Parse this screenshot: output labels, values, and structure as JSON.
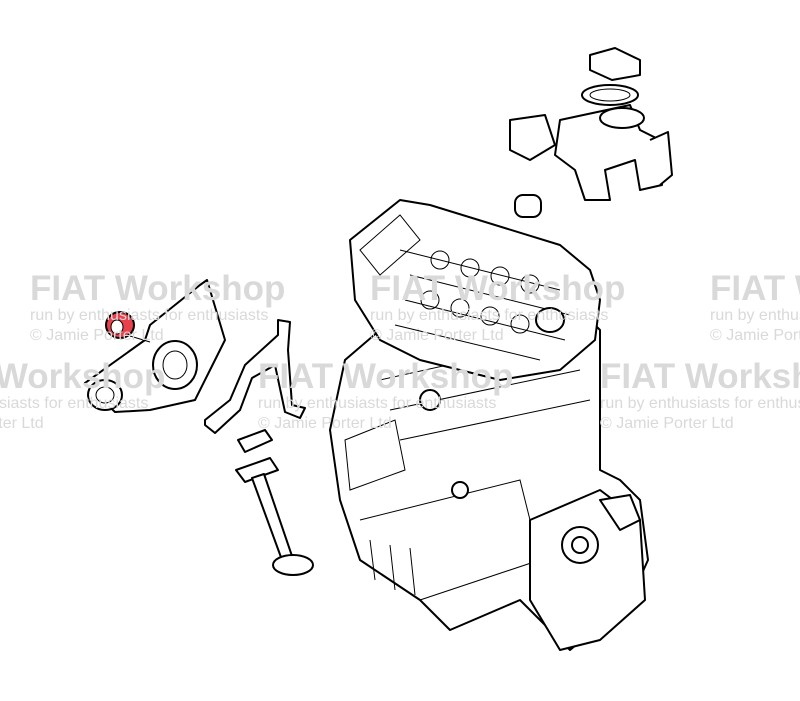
{
  "diagram": {
    "title": "Engine assembly exploded view",
    "highlight_color": "#e8414b",
    "line_color": "#000000"
  },
  "watermark": {
    "title": "FIAT Workshop",
    "subtitle": "run by enthusiasts for enthusiasts",
    "copyright": "© Jamie Porter Ltd",
    "color": "#d9d9d9"
  }
}
